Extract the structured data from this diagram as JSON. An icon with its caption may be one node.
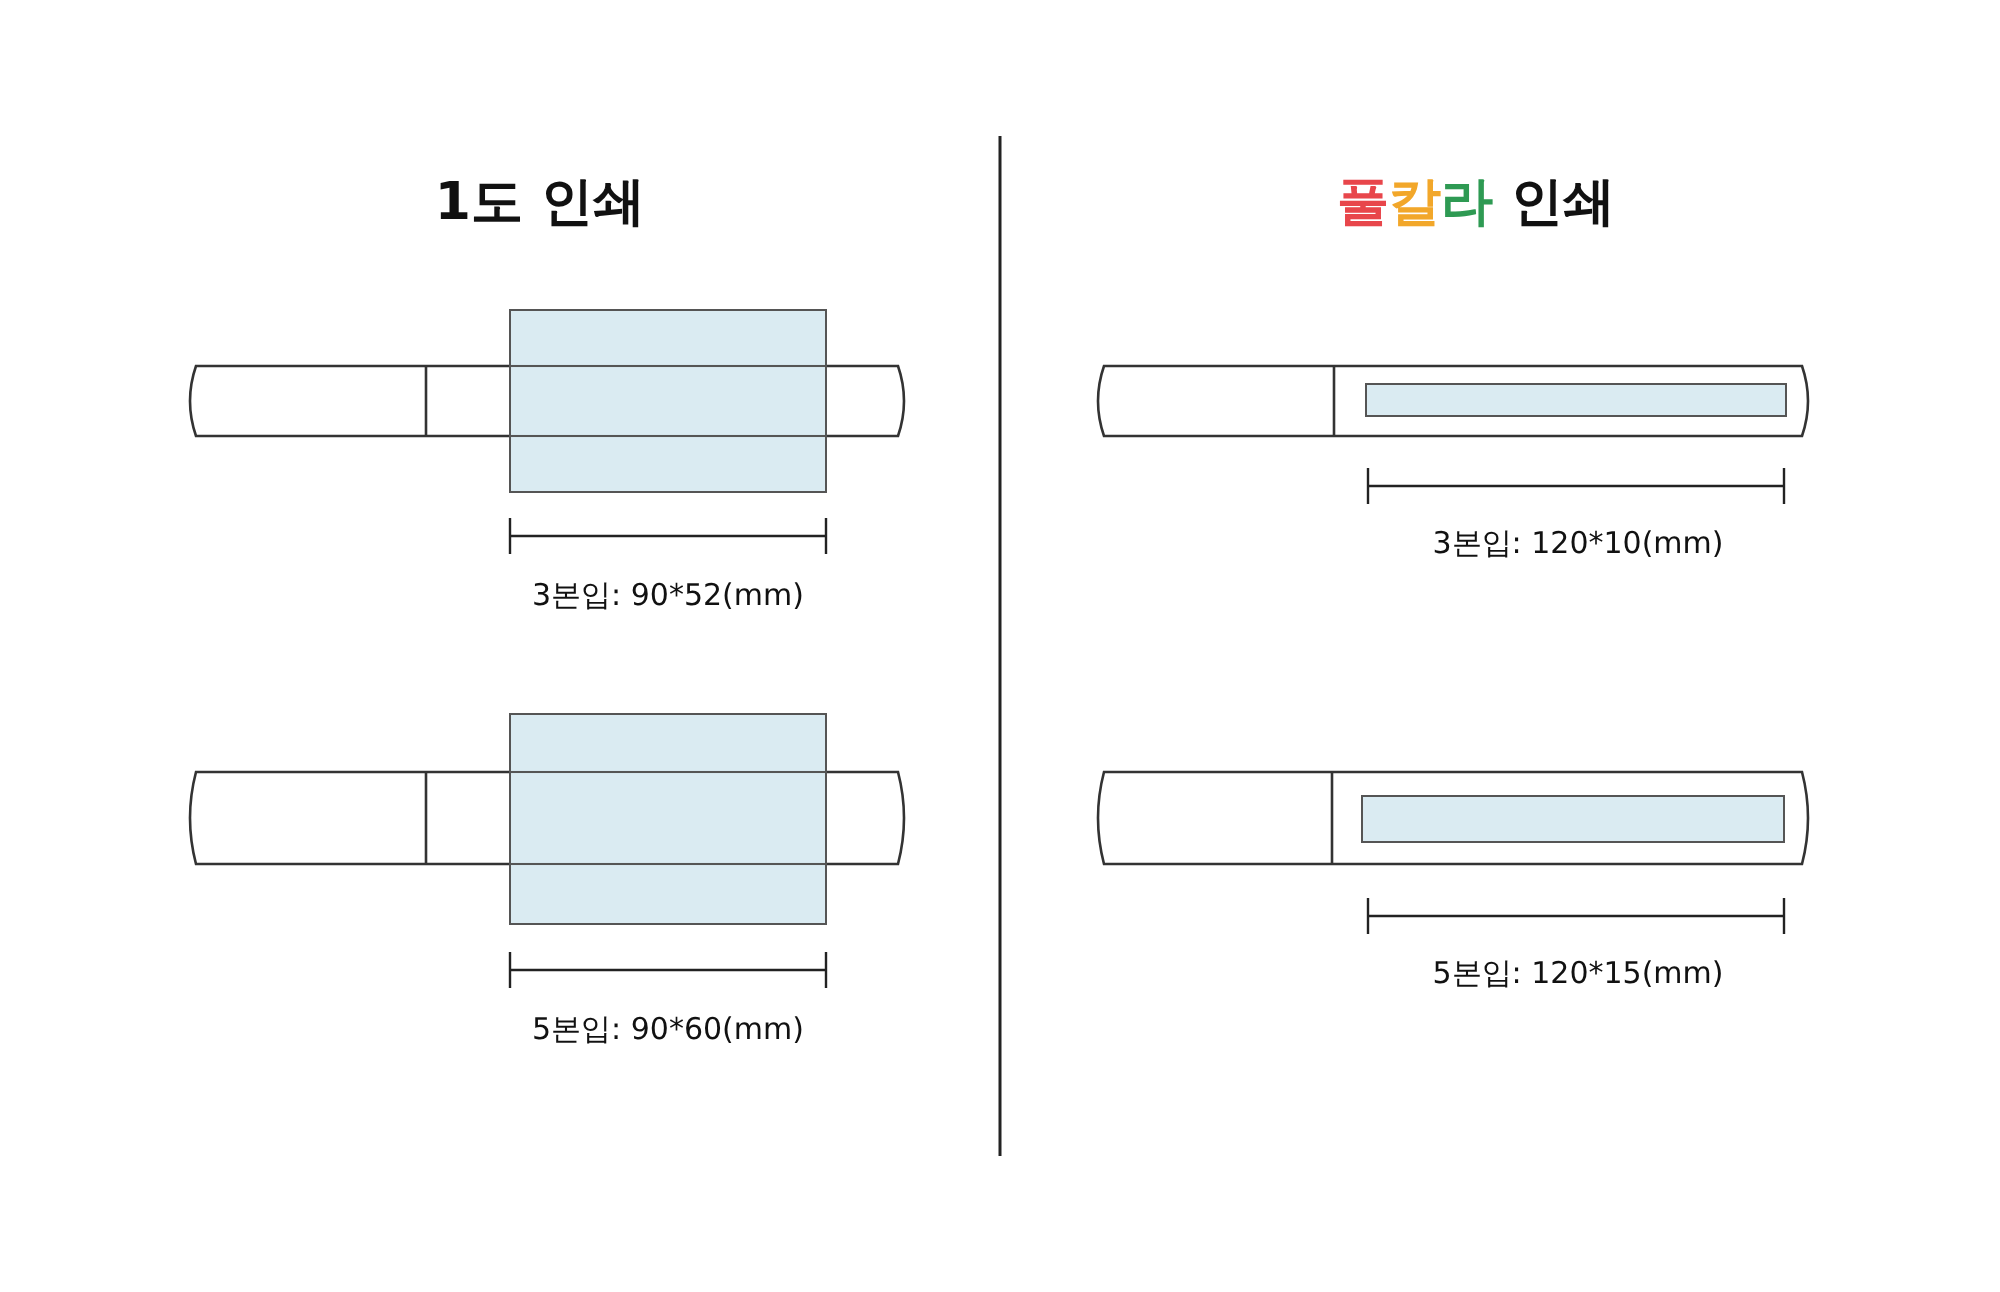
{
  "diagram": {
    "labels": [
      "1도 인쇄",
      "풀칼라 인쇄",
      "3본입: 90*52(mm)",
      "5본입: 90*60(mm)",
      "3본입: 120*10(mm)",
      "5본입: 120*15(mm)"
    ]
  }
}
